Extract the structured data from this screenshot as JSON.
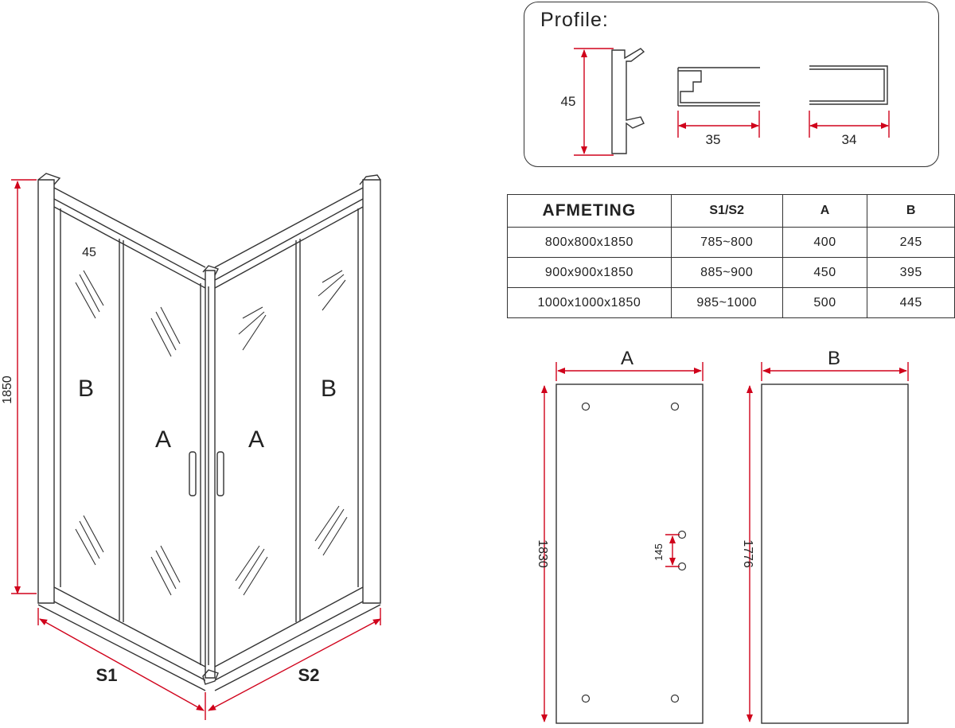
{
  "left_drawing": {
    "height_label": "1850",
    "top_label": "45",
    "panel_labels": [
      "B",
      "A",
      "A",
      "B"
    ],
    "side_labels": {
      "s1": "S1",
      "s2": "S2"
    }
  },
  "profile": {
    "title": "Profile:",
    "dim_height": "45",
    "dim_width_1": "35",
    "dim_width_2": "34"
  },
  "table": {
    "headers": [
      "AFMETING",
      "S1/S2",
      "A",
      "B"
    ],
    "rows": [
      [
        "800x800x1850",
        "785~800",
        "400",
        "245"
      ],
      [
        "900x900x1850",
        "885~900",
        "450",
        "395"
      ],
      [
        "1000x1000x1850",
        "985~1000",
        "500",
        "445"
      ]
    ]
  },
  "panel_a": {
    "width_label": "A",
    "height_label": "1830",
    "hole_spacing_label": "145"
  },
  "panel_b": {
    "width_label": "B",
    "height_label": "1776"
  },
  "colors": {
    "line": "#333333",
    "dimension": "#d0021b",
    "background": "#ffffff"
  }
}
